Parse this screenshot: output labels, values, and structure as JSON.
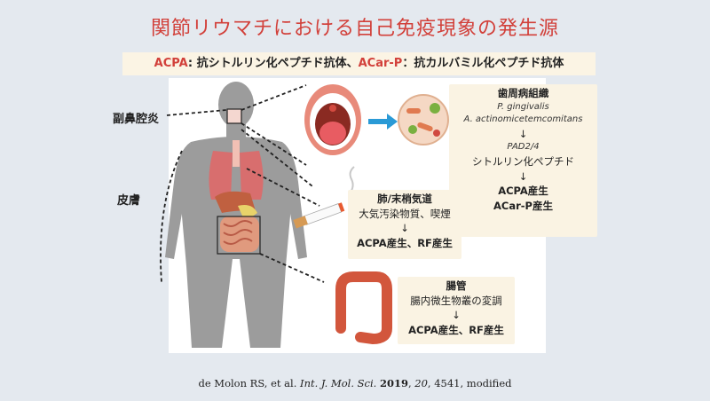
{
  "title": "関節リウマチにおける自己免疫現象の発生源",
  "subtitle": {
    "acpa": "ACPA",
    "acpa_def": ": 抗シトルリン化ペプチド抗体、",
    "acarp": "ACar-P",
    "acarp_def": "：抗カルバミル化ペプチド抗体"
  },
  "labels": {
    "sinus": "副鼻腔炎",
    "skin": "皮膚"
  },
  "periodontal": {
    "head": "歯周病組織",
    "bacteria1": "P. gingivalis",
    "bacteria2": "A. actinomicetemcomitans",
    "arrow1": "↓",
    "enzyme": "PAD2/4",
    "product": "シトルリン化ペプチド",
    "arrow2": "↓",
    "out1": "ACPA産生",
    "out2": "ACar-P産生"
  },
  "lung": {
    "head": "肺/末梢気道",
    "cause": "大気汚染物質、喫煙",
    "arrow": "↓",
    "out": "ACPA産生、RF産生"
  },
  "gut": {
    "head": "腸管",
    "cause": "腸内微生物叢の変調",
    "arrow": "↓",
    "out": "ACPA産生、RF産生"
  },
  "citation": {
    "authors": "de Molon RS, et al.",
    "journal": "Int. J. Mol. Sci.",
    "year": "2019",
    "volume": "20",
    "pages": ", 4541, modified"
  },
  "colors": {
    "title": "#d2403a",
    "body": "#9a9a9a",
    "arrow": "#2a9ad6",
    "box": "#faf3e3"
  }
}
